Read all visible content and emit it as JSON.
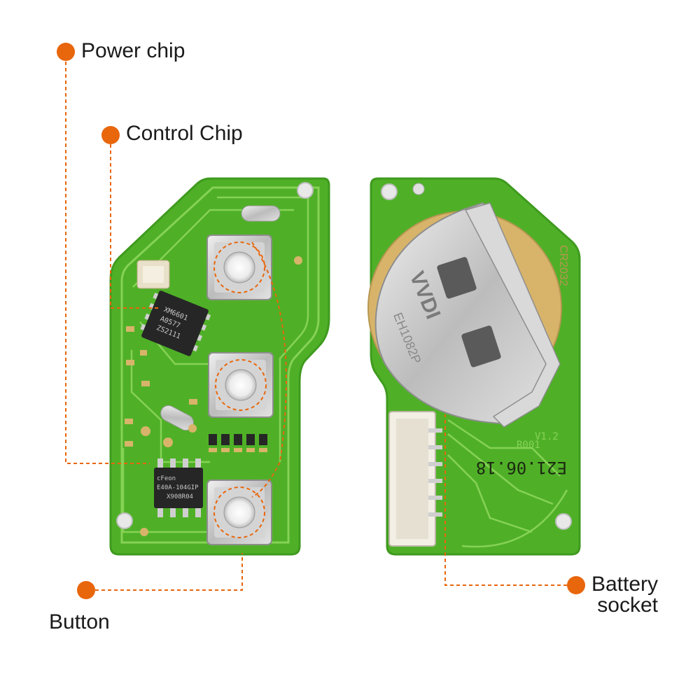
{
  "labels": {
    "power_chip": "Power chip",
    "control_chip": "Control Chip",
    "button": "Button",
    "battery_line1": "Battery",
    "battery_line2": "socket"
  },
  "chip_markings": {
    "control": [
      "XM6601",
      "A0577",
      "ZS2111"
    ],
    "power": [
      "cFeon",
      "E40A-104GIP",
      "X908R04"
    ]
  },
  "battery": {
    "holder_text_1": "VVDI",
    "holder_text_2": "CR2032",
    "holder_text_3": "EH1082P",
    "pcb_code": "E21.06.18",
    "pcb_code_2": "R001",
    "pcb_code_3": "V1.2"
  },
  "colors": {
    "accent": "#e8660c",
    "pcb": "#5cbf2e",
    "pcb_dark": "#3f9a1f",
    "trace": "#86d256",
    "gold": "#d8b46a",
    "silver": "#c8c8c8",
    "chip": "#262626"
  }
}
